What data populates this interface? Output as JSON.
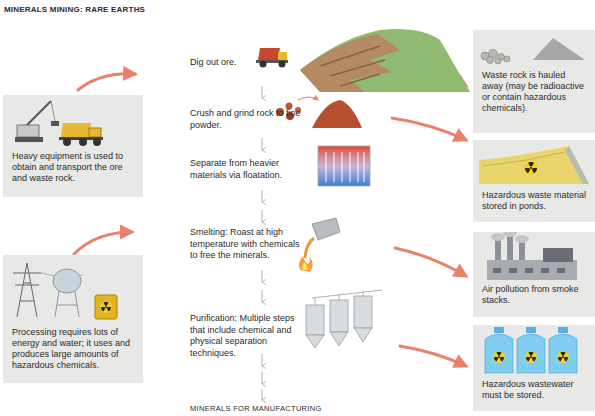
{
  "diagram": {
    "title": "MINERALS MINING: RARE EARTHS",
    "nodes": [
      {
        "text": [
          "Heavy equipment is used to obtain and transport the ore and waste rock."
        ]
      },
      {
        "text": [
          "Processing requires lots of energy and water; it uses and produces large amounts of hazardous chemicals."
        ]
      },
      {
        "text": [
          "Waste rock is hauled away (may be radioactive or contain hazardous chemicals)."
        ]
      },
      {
        "text": [
          "Hazardous waste material stored in ponds."
        ]
      },
      {
        "text": [
          "Air pollution from smoke stacks."
        ]
      },
      {
        "text": [
          "Hazardous wastewater must be stored."
        ]
      }
    ],
    "labels": [
      "Dig out ore.",
      "Crush and grind rock to fine powder.",
      "Separate from heavier materials via floatation.",
      "Smelting: Roast at high temperature with chemicals to free the minerals.",
      "Purification: Multiple steps that include chemical and physical separation techniques.",
      "MINERALS FOR MANUFACTURING"
    ]
  }
}
